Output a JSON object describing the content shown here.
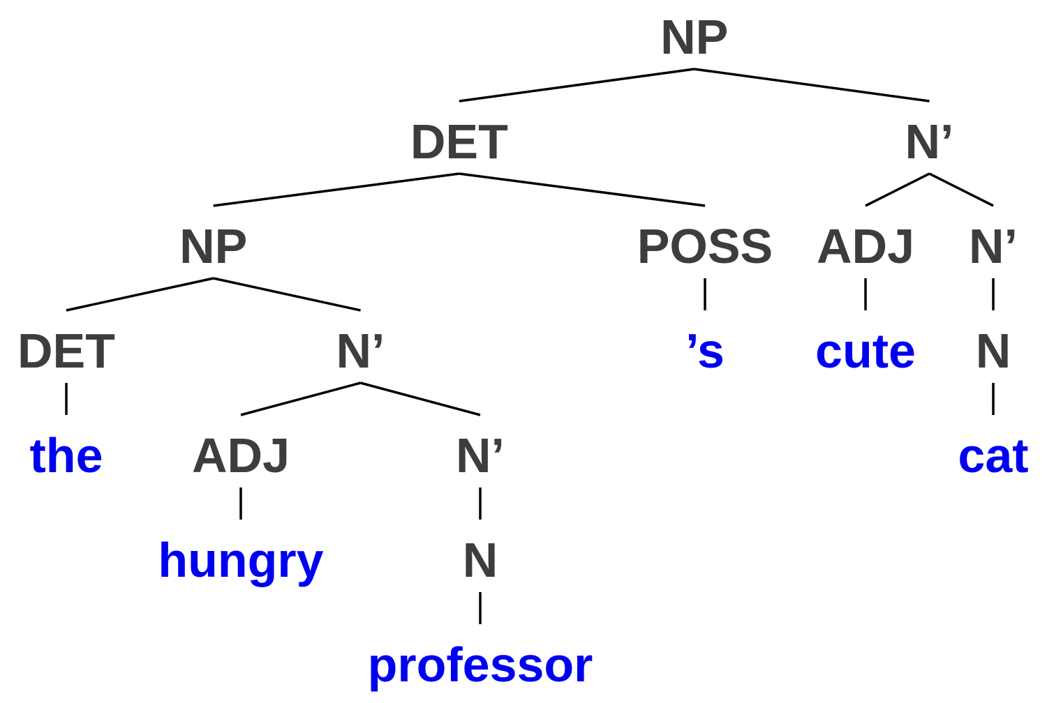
{
  "colors": {
    "category": "#3d3d3d",
    "word": "#0000f0",
    "edge": "#000000"
  },
  "tree": {
    "label": "NP",
    "kind": "category",
    "children": [
      {
        "label": "DET",
        "kind": "category",
        "children": [
          {
            "label": "NP",
            "kind": "category",
            "children": [
              {
                "label": "DET",
                "kind": "category",
                "children": [
                  {
                    "label": "the",
                    "kind": "word"
                  }
                ]
              },
              {
                "label": "N’",
                "kind": "category",
                "children": [
                  {
                    "label": "ADJ",
                    "kind": "category",
                    "children": [
                      {
                        "label": "hungry",
                        "kind": "word"
                      }
                    ]
                  },
                  {
                    "label": "N’",
                    "kind": "category",
                    "children": [
                      {
                        "label": "N",
                        "kind": "category",
                        "children": [
                          {
                            "label": "professor",
                            "kind": "word"
                          }
                        ]
                      }
                    ]
                  }
                ]
              }
            ]
          },
          {
            "label": "POSS",
            "kind": "category",
            "children": [
              {
                "label": "’s",
                "kind": "word"
              }
            ]
          }
        ]
      },
      {
        "label": "N’",
        "kind": "category",
        "children": [
          {
            "label": "ADJ",
            "kind": "category",
            "children": [
              {
                "label": "cute",
                "kind": "word"
              }
            ]
          },
          {
            "label": "N’",
            "kind": "category",
            "children": [
              {
                "label": "N",
                "kind": "category",
                "children": [
                  {
                    "label": "cat",
                    "kind": "word"
                  }
                ]
              }
            ]
          }
        ]
      }
    ]
  }
}
